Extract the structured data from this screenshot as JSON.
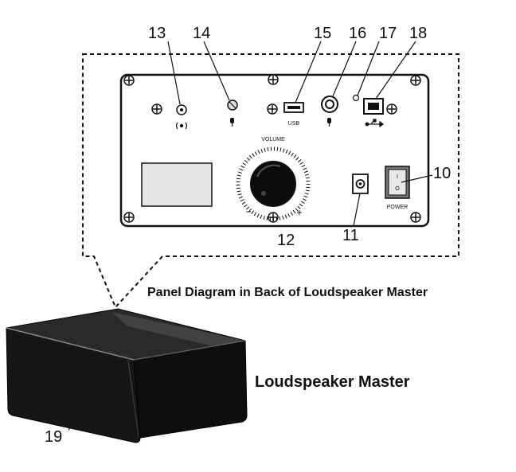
{
  "callouts": {
    "n10": "10",
    "n11": "11",
    "n12": "12",
    "n13": "13",
    "n14": "14",
    "n15": "15",
    "n16": "16",
    "n17": "17",
    "n18": "18",
    "n19": "19"
  },
  "panel": {
    "volume_label": "VOLUME",
    "minus": "−",
    "plus": "+",
    "usb_label": "USB",
    "power_label": "POWER",
    "power_on": "I",
    "power_off": "O"
  },
  "captions": {
    "panel_caption": "Panel Diagram in Back of Loudspeaker Master",
    "speaker_caption": "Loudspeaker Master"
  },
  "colors": {
    "line": "#111111",
    "panel_fill": "#ffffff",
    "display_fill": "#e6e6e6",
    "speaker_dark": "#161616",
    "speaker_top": "#2a2a2a"
  }
}
